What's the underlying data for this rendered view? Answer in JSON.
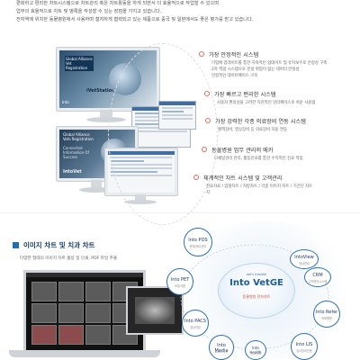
{
  "intro": {
    "lines": [
      "편화하고 편리한 차트시스템으로 차트관리 혹은 차트활동을 하게 되면서 더 효율적으로 작업할 수 있으며",
      "업무의 효율적으로 차트 및 병록을 작성할 수 있는 장점을 가지고 있습니다.",
      "전지역에 위치한 동물병원에서 사용하며 철저하게 협력되고 있는 제품으로 중국 및 일본에서도 좋은 평가를 받고 있습니다."
    ]
  },
  "screens": {
    "top_monitor": {
      "caption": "Global Alliance Vet Registration",
      "brand": "iVetStation",
      "footer": "Into"
    },
    "bottom_monitor": {
      "caption": "Global Alliance Vets Registration",
      "sub": "Connected Information Of Success",
      "brand": "IntoVet"
    }
  },
  "features": [
    {
      "title": "가장 안정적인 시스템",
      "bullets": [
        "기업에 업데이트를 통한 지속적인 업데이트 및 유지보수로 안정성 구축",
        "2차 백업 시스템으로 분실 위험이 없는 데이터 안정성",
        "안정적인 데이터베이스 구조"
      ]
    },
    {
      "title": "가장 빠르고 편리한 시스템",
      "bullets": [
        "사용자 편의성을 고려한 직관적인 인터페이스로 쉬운 사용법"
      ]
    },
    {
      "title": "가장 강력한 각종 의료장비 연동 시스템",
      "bullets": [
        "혈액장비, 영상장비 등 의료장비 자동 연동"
      ]
    },
    {
      "title": "동물병원 업무 관리의 메카",
      "bullets": [
        "다채널관리 관리, 활동진료를 통한 수익적인 진료 적립"
      ]
    },
    {
      "title": "체계적인 차트 시스템 및 고객관리",
      "bullets": [
        "진료자료 / 입원차트 / 처방차트 / 각종 이미지 차트 / 기간단 차트",
        "지"
      ]
    }
  ],
  "section2": {
    "title": "이미지 차트 및 치과 차트",
    "subtitle": "다양한 형태의 이미지 차트 활용 및 인쇄, PDF 파일 추출"
  },
  "diagram": {
    "center_brand": "Into VetGE",
    "center_small": "we's IntoVet",
    "center_sub": "동물병원 전자차트",
    "nodes": [
      {
        "title": "Into POS",
        "sub": "판매/재고관리"
      },
      {
        "title": "IntoView",
        "sub": "영상관리"
      },
      {
        "title": "CRM",
        "sub": "고객관리시스템"
      },
      {
        "title": "Into PET",
        "sub": "보호자앱"
      },
      {
        "title": "Into Refer",
        "sub": "의뢰병원"
      },
      {
        "title": "Into PACS",
        "sub": "영상저장"
      },
      {
        "title": "Into LIS",
        "sub": "검사장비연동"
      },
      {
        "title": "Into Media",
        "sub": "교육미디어"
      },
      {
        "title": "Into Health",
        "sub": "건강관리"
      }
    ]
  },
  "colors": {
    "accent": "#1d6fb8",
    "feature_dot": "#e76b5a",
    "heading": "#1a3d6b"
  }
}
